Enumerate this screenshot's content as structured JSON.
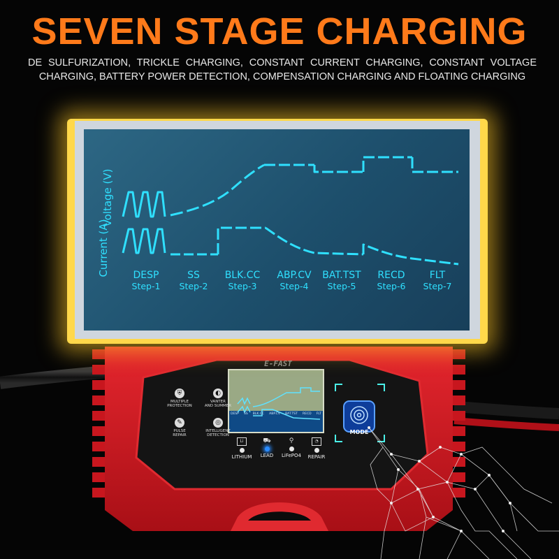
{
  "header": {
    "title": "SEVEN STAGE CHARGING",
    "subtitle_line1": "DE SULFURIZATION, TRICKLE CHARGING, CONSTANT CURRENT CHARGING, CONSTANT VOLTAGE",
    "subtitle_line2": "CHARGING, BATTERY POWER DETECTION, COMPENSATION CHARGING AND FLOATING CHARGING"
  },
  "display": {
    "voltage_label": "Voltage (V)",
    "current_label": "Current (A)",
    "stages": [
      {
        "name": "DESP",
        "step": "Step-1"
      },
      {
        "name": "SS",
        "step": "Step-2"
      },
      {
        "name": "BLK.CC",
        "step": "Step-3"
      },
      {
        "name": "ABP.CV",
        "step": "Step-4"
      },
      {
        "name": "BAT.TST",
        "step": "Step-5"
      },
      {
        "name": "RECD",
        "step": "Step-6"
      },
      {
        "name": "FLT",
        "step": "Step-7"
      }
    ]
  },
  "device": {
    "brand": "E-FAST",
    "features": [
      {
        "icon": "shield-icon",
        "label1": "MULTIPLE",
        "label2": "PROTECTION"
      },
      {
        "icon": "season-icon",
        "label1": "VANTER",
        "label2": "AND SUMMER"
      },
      {
        "icon": "wrench-icon",
        "label1": "PULSE",
        "label2": "REPAIR"
      },
      {
        "icon": "detection-icon",
        "label1": "INTELLIGENT",
        "label2": "DETECTION"
      }
    ],
    "mini_stages": [
      "DESP",
      "SS",
      "BLK.CC",
      "ABP.CV",
      "BAT.TST",
      "RECD",
      "FLT"
    ],
    "modes": [
      {
        "label": "LITHIUM",
        "icon": "lithium-battery-icon",
        "active": false
      },
      {
        "label": "LEAD",
        "icon": "car-icon",
        "active": true
      },
      {
        "label": "LiFePO4",
        "icon": "motorcycle-icon",
        "active": false
      },
      {
        "label": "REPAIR",
        "icon": "gauge-icon",
        "active": false
      }
    ],
    "mode_button_label": "MODE",
    "colors": {
      "body": "#d81a22",
      "led_active": "#2a8cff",
      "accent": "#ff7a1a",
      "trace": "#2fe0ff"
    }
  }
}
